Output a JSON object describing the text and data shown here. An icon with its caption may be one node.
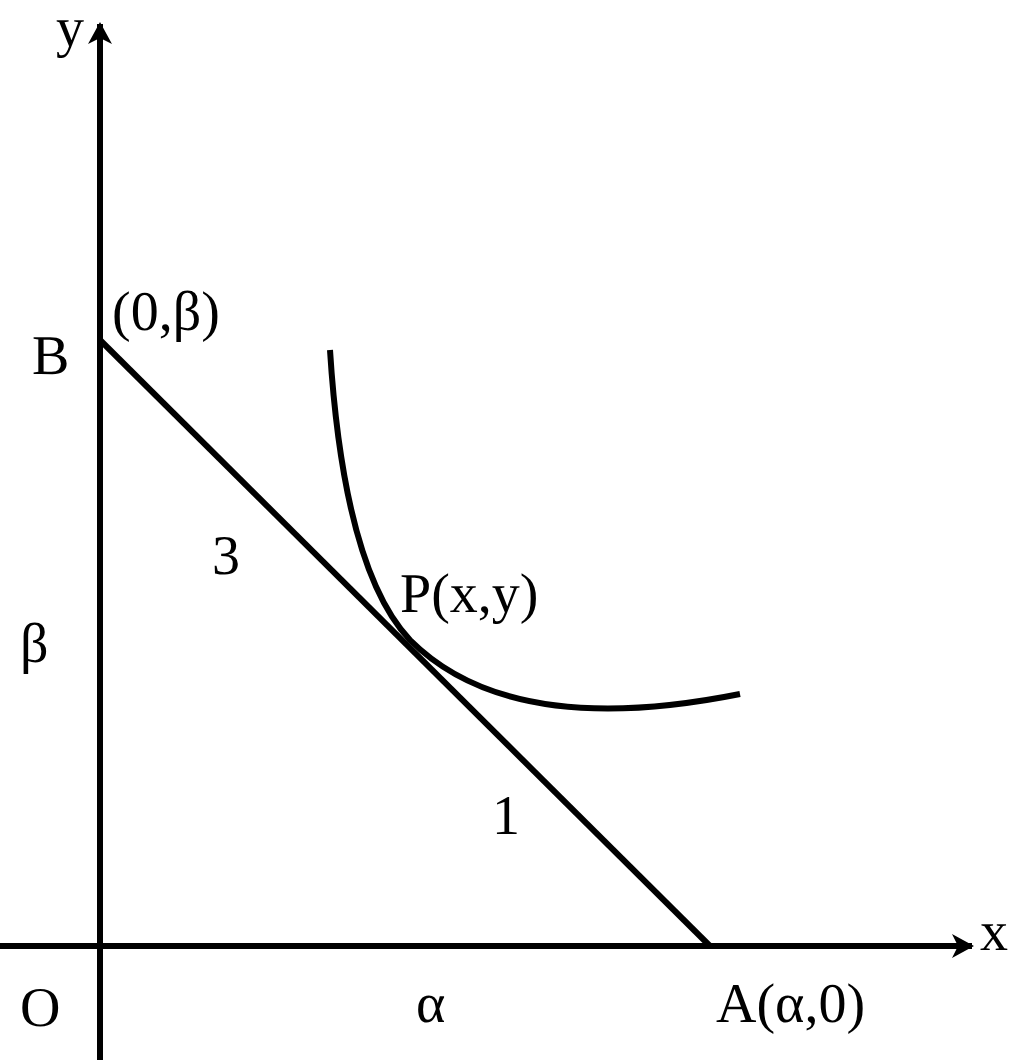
{
  "diagram": {
    "labels": [
      "y",
      "B",
      "(0,β)",
      "3",
      "P(x,y)",
      "β",
      "1",
      "x",
      "O",
      "α",
      "A(α,0)"
    ]
  }
}
